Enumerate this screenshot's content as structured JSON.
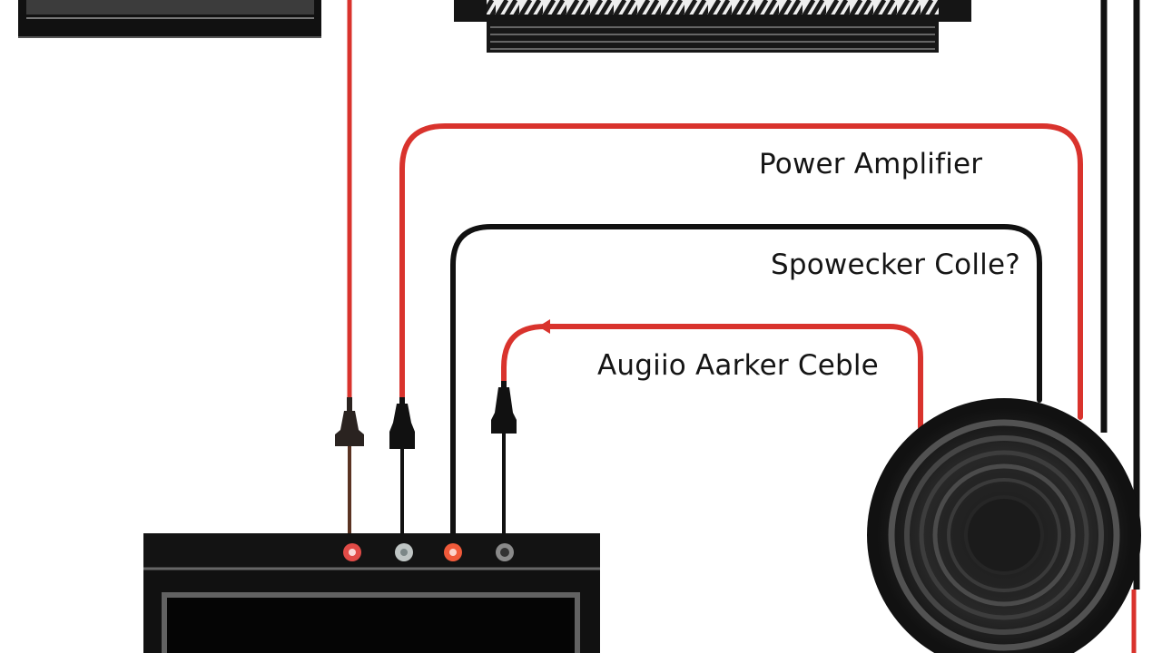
{
  "labels": {
    "power_amplifier": "Power Amplifier",
    "speaker_cable": "Spowecker Colle?",
    "audio_cable": "Augiio Aarker Ceble"
  },
  "colors": {
    "red_wire": "#d9332d",
    "black_wire": "#111111",
    "device_body": "#111111",
    "speaker_dark": "#202020",
    "speaker_ring": "#555555"
  },
  "icons": {
    "left_device": "receiver-unit",
    "top_amplifier": "heatsink-amplifier",
    "bottom_source": "audio-source-device",
    "speaker": "loudspeaker",
    "plugs": "rca-plug"
  }
}
